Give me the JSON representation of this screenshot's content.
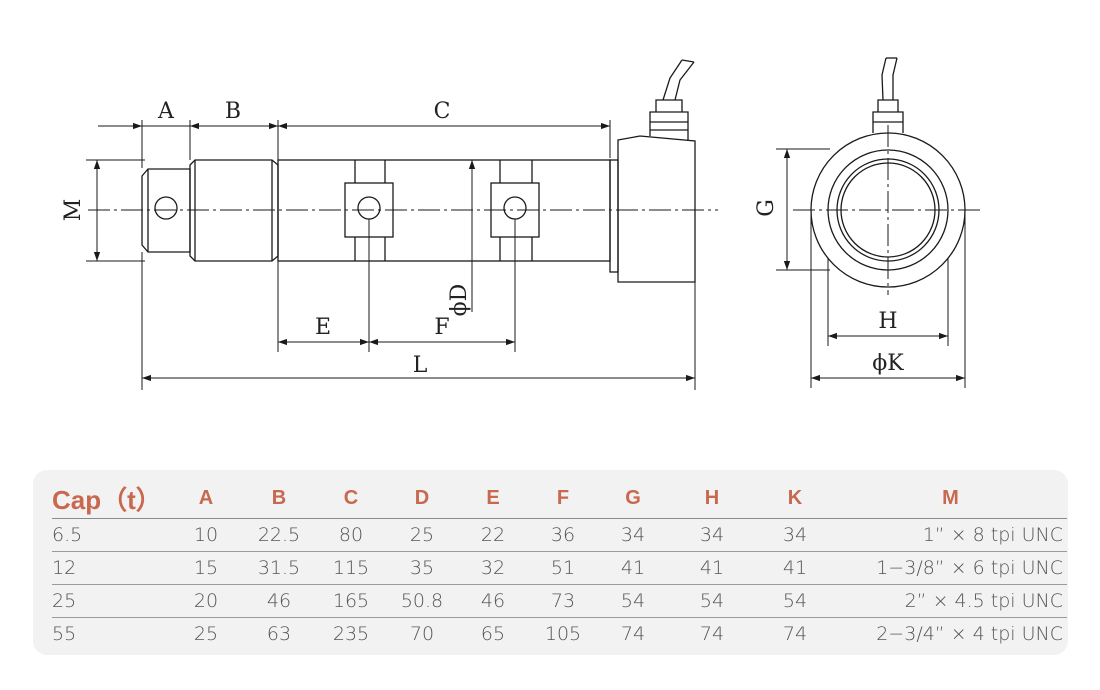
{
  "dimension_labels": {
    "A": "A",
    "B": "B",
    "C": "C",
    "D": "ϕD",
    "E": "E",
    "F": "F",
    "G": "G",
    "H": "H",
    "K": "ϕK",
    "L": "L",
    "M": "M"
  },
  "spec_table": {
    "headers": [
      "Cap（t）",
      "A",
      "B",
      "C",
      "D",
      "E",
      "F",
      "G",
      "H",
      "K",
      "M"
    ],
    "rows": [
      [
        "6.5",
        "10",
        "22.5",
        "80",
        "25",
        "22",
        "36",
        "34",
        "34",
        "34",
        "1”  × 8 tpi UNC"
      ],
      [
        "12",
        "15",
        "31.5",
        "115",
        "35",
        "32",
        "51",
        "41",
        "41",
        "41",
        "1−3/8”  × 6 tpi UNC"
      ],
      [
        "25",
        "20",
        "46",
        "165",
        "50.8",
        "46",
        "73",
        "54",
        "54",
        "54",
        "2”  × 4.5 tpi UNC"
      ],
      [
        "55",
        "25",
        "63",
        "235",
        "70",
        "65",
        "105",
        "74",
        "74",
        "74",
        "2−3/4”  × 4 tpi UNC"
      ]
    ]
  },
  "colors": {
    "header_text": "#c8684f",
    "line": "#1a1a1a",
    "panel": "#f2f2f2"
  }
}
